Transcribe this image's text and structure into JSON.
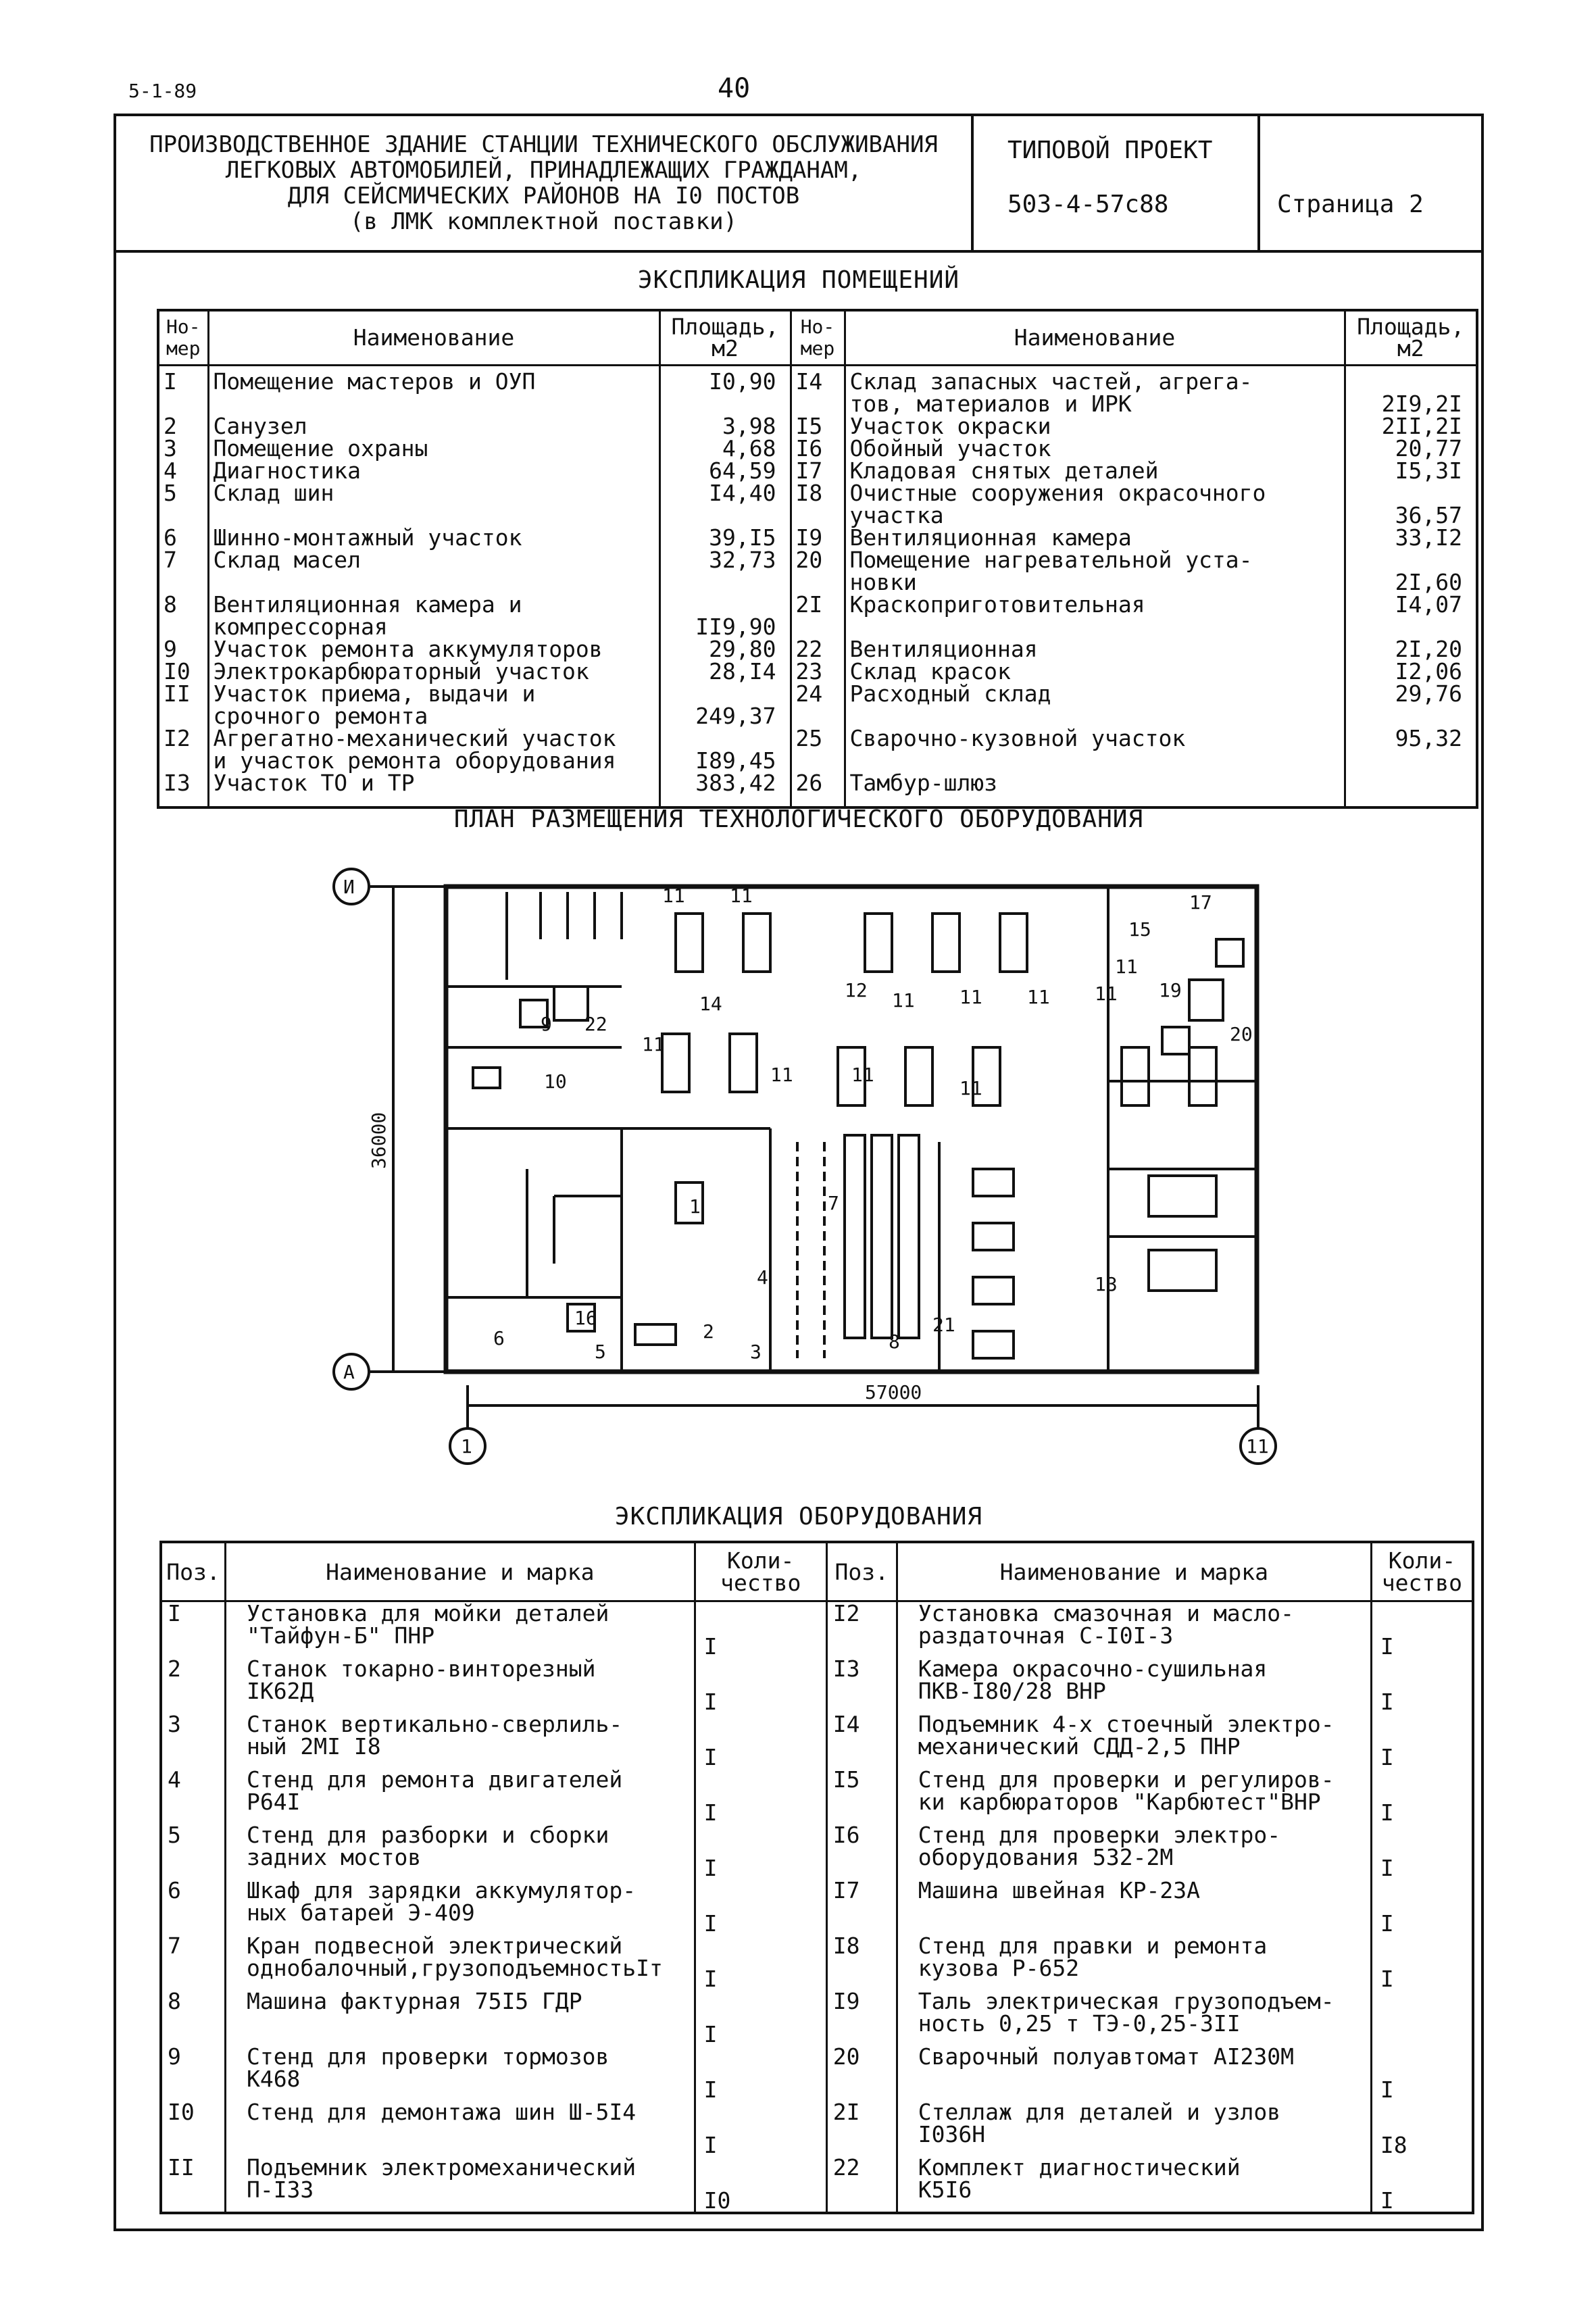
{
  "header": {
    "sheet_code": "5-1-89",
    "page_number": "40"
  },
  "title_block": {
    "title_lines": [
      "ПРОИЗВОДСТВЕННОЕ ЗДАНИЕ СТАНЦИИ ТЕХНИЧЕСКОГО ОБСЛУЖИВАНИЯ",
      "ЛЕГКОВЫХ АВТОМОБИЛЕЙ, ПРИНАДЛЕЖАЩИХ ГРАЖДАНАМ,",
      "ДЛЯ СЕЙСМИЧЕСКИХ РАЙОНОВ НА I0 ПОСТОВ",
      "(в ЛМК комплектной поставки)"
    ],
    "project_label": "ТИПОВОЙ ПРОЕКТ",
    "project_code": "503-4-57с88",
    "page_label": "Страница 2"
  },
  "rooms": {
    "heading": "ЭКСПЛИКАЦИЯ ПОМЕЩЕНИЙ",
    "columns": {
      "num": "Но-\nмер",
      "name": "Наименование",
      "area": "Площадь,\nм2"
    },
    "left": [
      {
        "num": "I",
        "name": "Помещение мастеров и ОУП",
        "area": "I0,90"
      },
      {
        "num": "2",
        "name": "Санузел",
        "area": "3,98"
      },
      {
        "num": "3",
        "name": "Помещение охраны",
        "area": "4,68"
      },
      {
        "num": "4",
        "name": "Диагностика",
        "area": "64,59"
      },
      {
        "num": "5",
        "name": "Склад шин",
        "area": "I4,40"
      },
      {
        "num": "6",
        "name": "Шинно-монтажный участок",
        "area": "39,I5"
      },
      {
        "num": "7",
        "name": "Склад масел",
        "area": "32,73"
      },
      {
        "num": "8",
        "name": "Вентиляционная камера и\nкомпрессорная",
        "area": "\nII9,90"
      },
      {
        "num": "9",
        "name": "Участок ремонта аккумуляторов",
        "area": "29,80"
      },
      {
        "num": "I0",
        "name": "Электрокарбюраторный участок",
        "area": "28,I4"
      },
      {
        "num": "II",
        "name": "Участок приема, выдачи и\nсрочного ремонта",
        "area": "\n249,37"
      },
      {
        "num": "I2",
        "name": "Агрегатно-механический участок\nи участок ремонта оборудования",
        "area": "\nI89,45"
      },
      {
        "num": "I3",
        "name": "Участок ТО и ТР",
        "area": "383,42"
      }
    ],
    "right": [
      {
        "num": "I4",
        "name": "Склад запасных частей, агрега-\nтов, материалов и ИРК",
        "area": "\n2I9,2I"
      },
      {
        "num": "I5",
        "name": "Участок окраски",
        "area": "2II,2I"
      },
      {
        "num": "I6",
        "name": "Обойный участок",
        "area": "20,77"
      },
      {
        "num": "I7",
        "name": "Кладовая снятых деталей",
        "area": "I5,3I"
      },
      {
        "num": "I8",
        "name": "Очистные сооружения окрасочного\nучастка",
        "area": "\n36,57"
      },
      {
        "num": "I9",
        "name": "Вентиляционная камера",
        "area": "33,I2"
      },
      {
        "num": "20",
        "name": "Помещение нагревательной уста-\nновки",
        "area": "\n2I,60"
      },
      {
        "num": "2I",
        "name": "Краскоприготовительная",
        "area": "I4,07"
      },
      {
        "num": "22",
        "name": "Вентиляционная",
        "area": "2I,20"
      },
      {
        "num": "23",
        "name": "Склад красок",
        "area": "I2,06"
      },
      {
        "num": "24",
        "name": "Расходный склад",
        "area": "29,76"
      },
      {
        "num": "25",
        "name": "Сварочно-кузовной участок",
        "area": "95,32"
      },
      {
        "num": "26",
        "name": "Тамбур-шлюз",
        "area": ""
      }
    ]
  },
  "plan": {
    "heading": "ПЛАН РАЗМЕЩЕНИЯ ТЕХНОЛОГИЧЕСКОГО ОБОРУДОВАНИЯ",
    "axis_top": "И",
    "axis_bottom": "А",
    "axis_left": "1",
    "axis_right": "11",
    "dim_height": "36000",
    "dim_width": "57000",
    "labels": [
      "11",
      "11",
      "11",
      "12",
      "11",
      "11",
      "11",
      "17",
      "15",
      "19",
      "11",
      "20",
      "9",
      "22",
      "11",
      "14",
      "11",
      "11",
      "11",
      "10",
      "7",
      "13",
      "1",
      "4",
      "2",
      "3",
      "6",
      "16",
      "5",
      "8",
      "21"
    ]
  },
  "equipment": {
    "heading": "ЭКСПЛИКАЦИЯ ОБОРУДОВАНИЯ",
    "columns": {
      "pos": "Поз.",
      "name": "Наименование и марка",
      "qty": "Коли-\nчество"
    },
    "left": [
      {
        "pos": "I",
        "name": "Установка для мойки деталей\n\"Тайфун-Б\" ПНР",
        "qty": "I"
      },
      {
        "pos": "2",
        "name": "Станок токарно-винторезный\nIК62Д",
        "qty": "I"
      },
      {
        "pos": "3",
        "name": "Станок вертикально-сверлиль-\nный 2МI I8",
        "qty": "I"
      },
      {
        "pos": "4",
        "name": "Стенд для ремонта двигателей\nР64I",
        "qty": "I"
      },
      {
        "pos": "5",
        "name": "Стенд для разборки и сборки\nзадних мостов",
        "qty": "I"
      },
      {
        "pos": "6",
        "name": "Шкаф для зарядки аккумулятор-\nных батарей Э-409",
        "qty": "I"
      },
      {
        "pos": "7",
        "name": "Кран подвесной электрический\nоднобалочный,грузоподъемностьIт",
        "qty": "I"
      },
      {
        "pos": "8",
        "name": "Машина фактурная 75I5 ГДР",
        "qty": "I"
      },
      {
        "pos": "9",
        "name": "Стенд для проверки тормозов\nК468",
        "qty": "I"
      },
      {
        "pos": "I0",
        "name": "Стенд для демонтажа шин Ш-5I4",
        "qty": "I"
      },
      {
        "pos": "II",
        "name": "Подъемник электромеханический\nП-I33",
        "qty": "I0"
      }
    ],
    "right": [
      {
        "pos": "I2",
        "name": "Установка смазочная и масло-\nраздаточная С-I0I-3",
        "qty": "I"
      },
      {
        "pos": "I3",
        "name": "Камера окрасочно-сушильная\nПКВ-I80/28 ВНР",
        "qty": "I"
      },
      {
        "pos": "I4",
        "name": "Подъемник 4-х стоечный электро-\nмеханический СДД-2,5 ПНР",
        "qty": "I"
      },
      {
        "pos": "I5",
        "name": "Стенд для проверки и регулиров-\nки карбюраторов \"Карбютест\"ВНР",
        "qty": "I"
      },
      {
        "pos": "I6",
        "name": "Стенд для проверки электро-\nоборудования 532-2М",
        "qty": "I"
      },
      {
        "pos": "I7",
        "name": "Машина швейная КР-23А",
        "qty": "I"
      },
      {
        "pos": "I8",
        "name": "Стенд для правки и ремонта\nкузова Р-652",
        "qty": "I"
      },
      {
        "pos": "I9",
        "name": "Таль электрическая грузоподъем-\nность 0,25 т ТЭ-0,25-3II",
        "qty": ""
      },
      {
        "pos": "20",
        "name": "Сварочный полуавтомат АI230М",
        "qty": "I"
      },
      {
        "pos": "2I",
        "name": "Стеллаж для деталей и узлов\nI036Н",
        "qty": "I8"
      },
      {
        "pos": "22",
        "name": "Комплект диагностический\nК5I6",
        "qty": "I"
      }
    ]
  }
}
